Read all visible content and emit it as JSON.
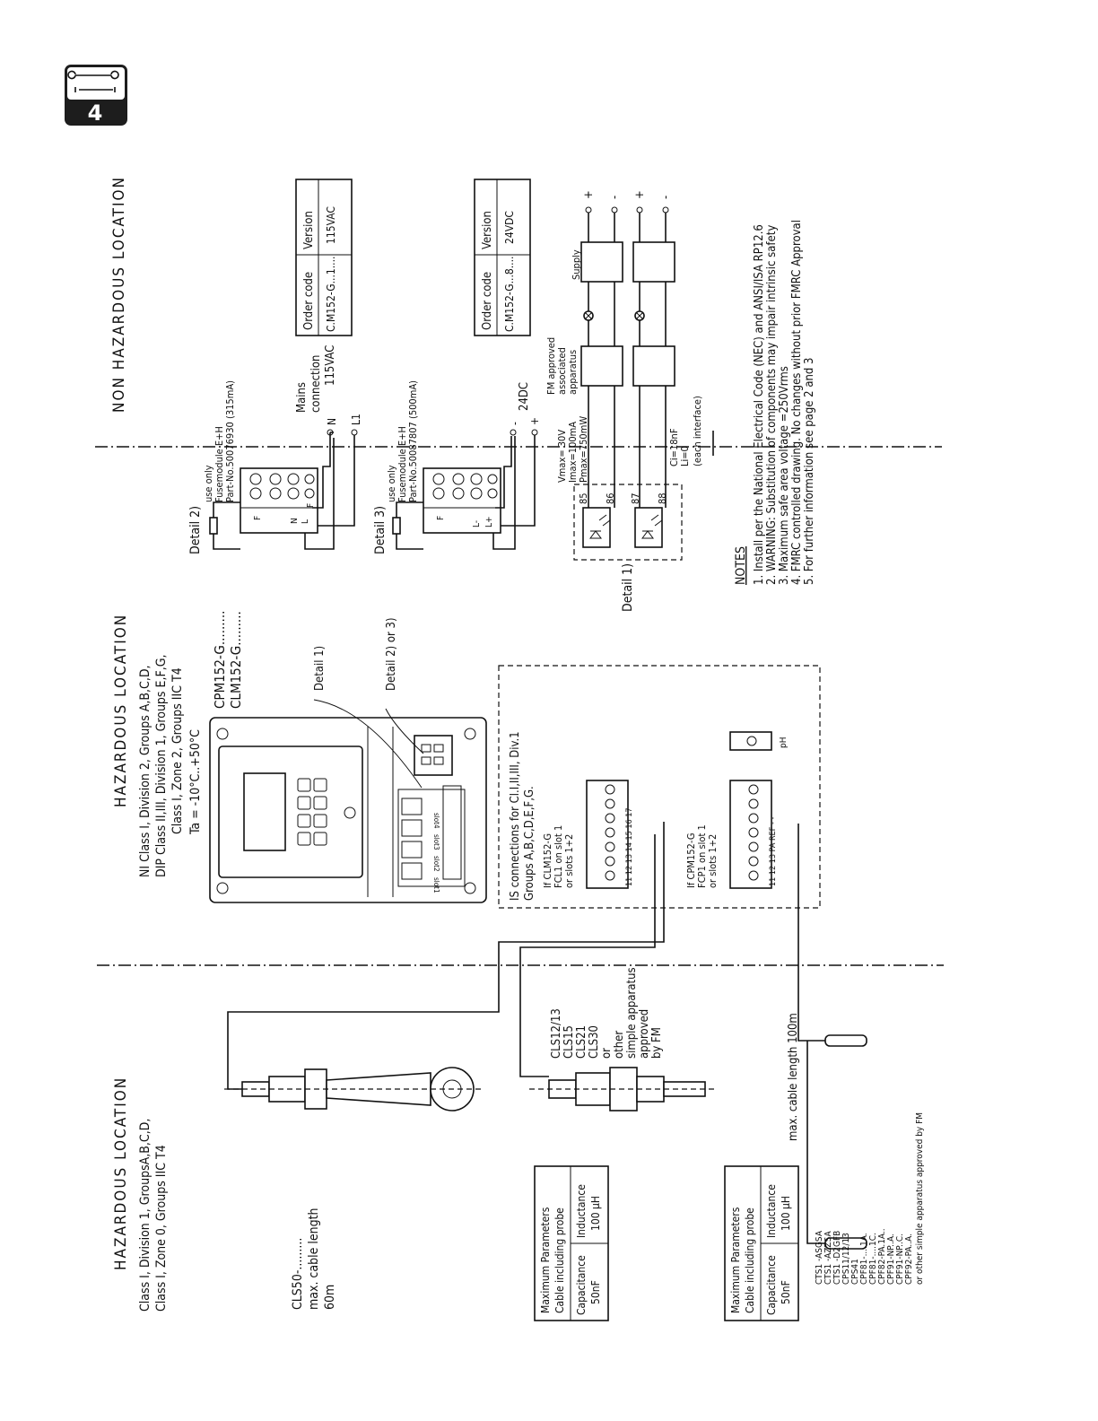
{
  "badge": {
    "number": "4",
    "icon": "wrench-screwdriver-icon"
  },
  "zones": {
    "non_hazardous": "NON HAZARDOUS LOCATION",
    "hazardous_mid": "HAZARDOUS LOCATION",
    "hazardous_left": "HAZARDOUS LOCATION"
  },
  "classes_mid": [
    "NI  Class I, Division 2, Groups A,B,C,D,",
    "DIP Class II,III, Division 1, Groups E,F,G,",
    "Class I, Zone 2, Groups IIC T4",
    "Ta = -10°C..+50°C"
  ],
  "classes_left": [
    "Class I, Division 1, GroupsA,B,C,D,",
    "Class I, Zone 0, Groups IIC T4"
  ],
  "device_models": [
    "CPM152-G.........",
    "CLM152-G........."
  ],
  "version_table_1": {
    "headers": [
      "Order code",
      "Version"
    ],
    "row": [
      "C.M152-G...1....",
      "115VAC"
    ]
  },
  "version_table_2": {
    "headers": [
      "Order code",
      "Version"
    ],
    "row": [
      "C.M152-G...8....",
      "24VDC"
    ]
  },
  "mains": {
    "detail": "Detail 2)",
    "fuse_lines": [
      "use only",
      "Fusemodule E+H",
      "Part-No.50076930 (315mA)"
    ],
    "terminals": [
      "F",
      "F",
      "L",
      "N"
    ],
    "label_lines": [
      "Mains",
      "connection",
      "115VAC"
    ],
    "n": "N",
    "l1": "L1"
  },
  "dc": {
    "detail": "Detail 3)",
    "fuse_lines": [
      "use only",
      "Fusemodule E+H",
      "Part-No.50087807 (500mA)"
    ],
    "terminals": [
      "F",
      "F",
      "L+",
      "L-"
    ],
    "label": "24DC",
    "minus": "-",
    "plus": "+"
  },
  "interface": {
    "detail": "Detail 1)",
    "terminals": [
      "85",
      "86",
      "87",
      "88"
    ],
    "ratings": [
      "Vmax= 30V",
      "Imax=100mA",
      "Pmax=750mW"
    ],
    "ci_lines": [
      "Ci=18nF",
      "Li=0",
      "(each interface)"
    ],
    "fm_lines": [
      "FM approved",
      "associated",
      "apparatus"
    ],
    "supply": "Supply",
    "outputs": [
      "+",
      "-",
      "+",
      "-"
    ]
  },
  "callouts": {
    "detail1": "Detail 1)",
    "detail23": "Detail 2) or 3)"
  },
  "device_slots": [
    "slot4",
    "slot3",
    "slot2",
    "slot1"
  ],
  "is_box": {
    "title_lines": [
      "IS connections for Cl.I,II,III, Div.1",
      "Groups A,B,C,D,E,F,G."
    ],
    "clm_lines": [
      "If CLM152-G",
      "FCL1 on slot 1",
      "or slots 1+2"
    ],
    "clm_terminals": "11 12 13 14 15 16 17",
    "cpm_lines": [
      "If CPM152-G",
      "FCP1 on slot 1",
      "or slots 1+2"
    ],
    "cpm_terminals": "11 12 13 PA REF - -",
    "ph": "pH"
  },
  "cls50": [
    "CLS50-.........",
    "max. cable length",
    "60m"
  ],
  "sensors_mid": [
    "CLS12/13",
    "CLS15",
    "CLS21",
    "CLS30",
    "or",
    "other",
    "simple apparatus",
    "approved",
    "by FM"
  ],
  "max_cable_100": "max. cable length 100m",
  "param_table": {
    "title_lines": [
      "Maximum Parameters",
      "Cable including probe"
    ],
    "headers": [
      "Capacitance",
      "Inductance"
    ],
    "values": [
      "50nF",
      "100 µH"
    ]
  },
  "sensor_list": [
    "CTS1 -ASGSA",
    "CTS1 -AZZSA",
    "CTS1 -D2GFB",
    "CPS11/12/13",
    "CPS41",
    "CPF81-....1A.",
    "CPF81-....1C.",
    "CPF82-PA.1A..",
    "CPF91-NP..A.",
    "CPF91-NP..C.",
    "CPF92-PA..A.",
    "or other simple apparatus approved by FM"
  ],
  "notes": {
    "heading": "NOTES",
    "items": [
      "1. Install per the National Electrical Code (NEC) and ANSI/ISA RP12.6",
      "2. WARNING: Substitution of components may impair intrinsic safety",
      "3. Maximum safe area voltage =250Vrms",
      "4. FMRC controlled drawing. No changes without prior FMRC Approval",
      "5. For further information see page 2 and 3"
    ]
  }
}
